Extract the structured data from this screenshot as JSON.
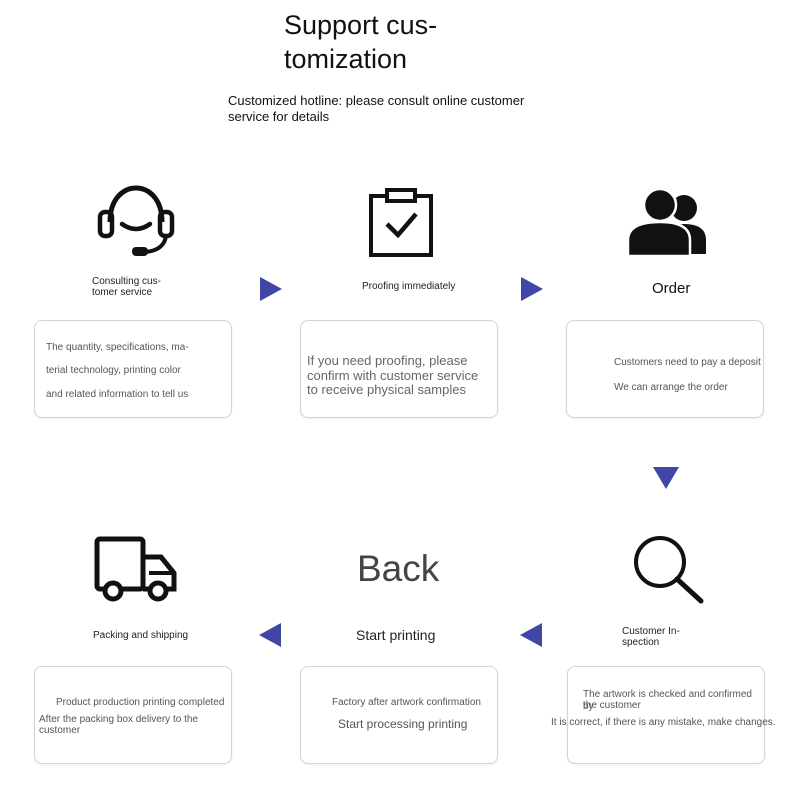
{
  "header": {
    "title_line1": "Support cus-",
    "title_line2": "tomization",
    "hotline_line1": "Customized hotline: please consult online customer",
    "hotline_line2": "service for details"
  },
  "steps": [
    {
      "icon": "headset-icon",
      "label_line1": "Consulting cus-",
      "label_line2": "tomer service",
      "card_lines": [
        "The quantity, specifications, ma-",
        "terial technology, printing color",
        "and related information to tell us"
      ]
    },
    {
      "icon": "clipboard-check-icon",
      "label_line1": "Proofing immediately",
      "card_lines": [
        "If you need proofing, please",
        "confirm with customer service",
        "to receive physical samples"
      ]
    },
    {
      "icon": "users-icon",
      "label_line1": "Order",
      "card_lines": [
        "Customers need to pay a deposit",
        "We can arrange the order"
      ]
    },
    {
      "icon": "magnifier-icon",
      "label_line1": "Customer In-",
      "label_line2": "spection",
      "card_lines": [
        "The artwork is checked and confirmed by",
        "the customer",
        "It is correct, if there is any mistake, make changes."
      ]
    },
    {
      "icon": "",
      "label_line1": "Start printing",
      "card_lines": [
        "Factory after artwork confirmation",
        "Start processing printing"
      ]
    },
    {
      "icon": "truck-icon",
      "label_line1": "Packing and shipping",
      "card_lines": [
        "Product production printing completed",
        "After the packing box delivery to the",
        "customer"
      ]
    }
  ],
  "back_text": "Back",
  "colors": {
    "arrow": "#3f46a6",
    "card_border": "#d4d4d4",
    "icon": "#111111"
  }
}
